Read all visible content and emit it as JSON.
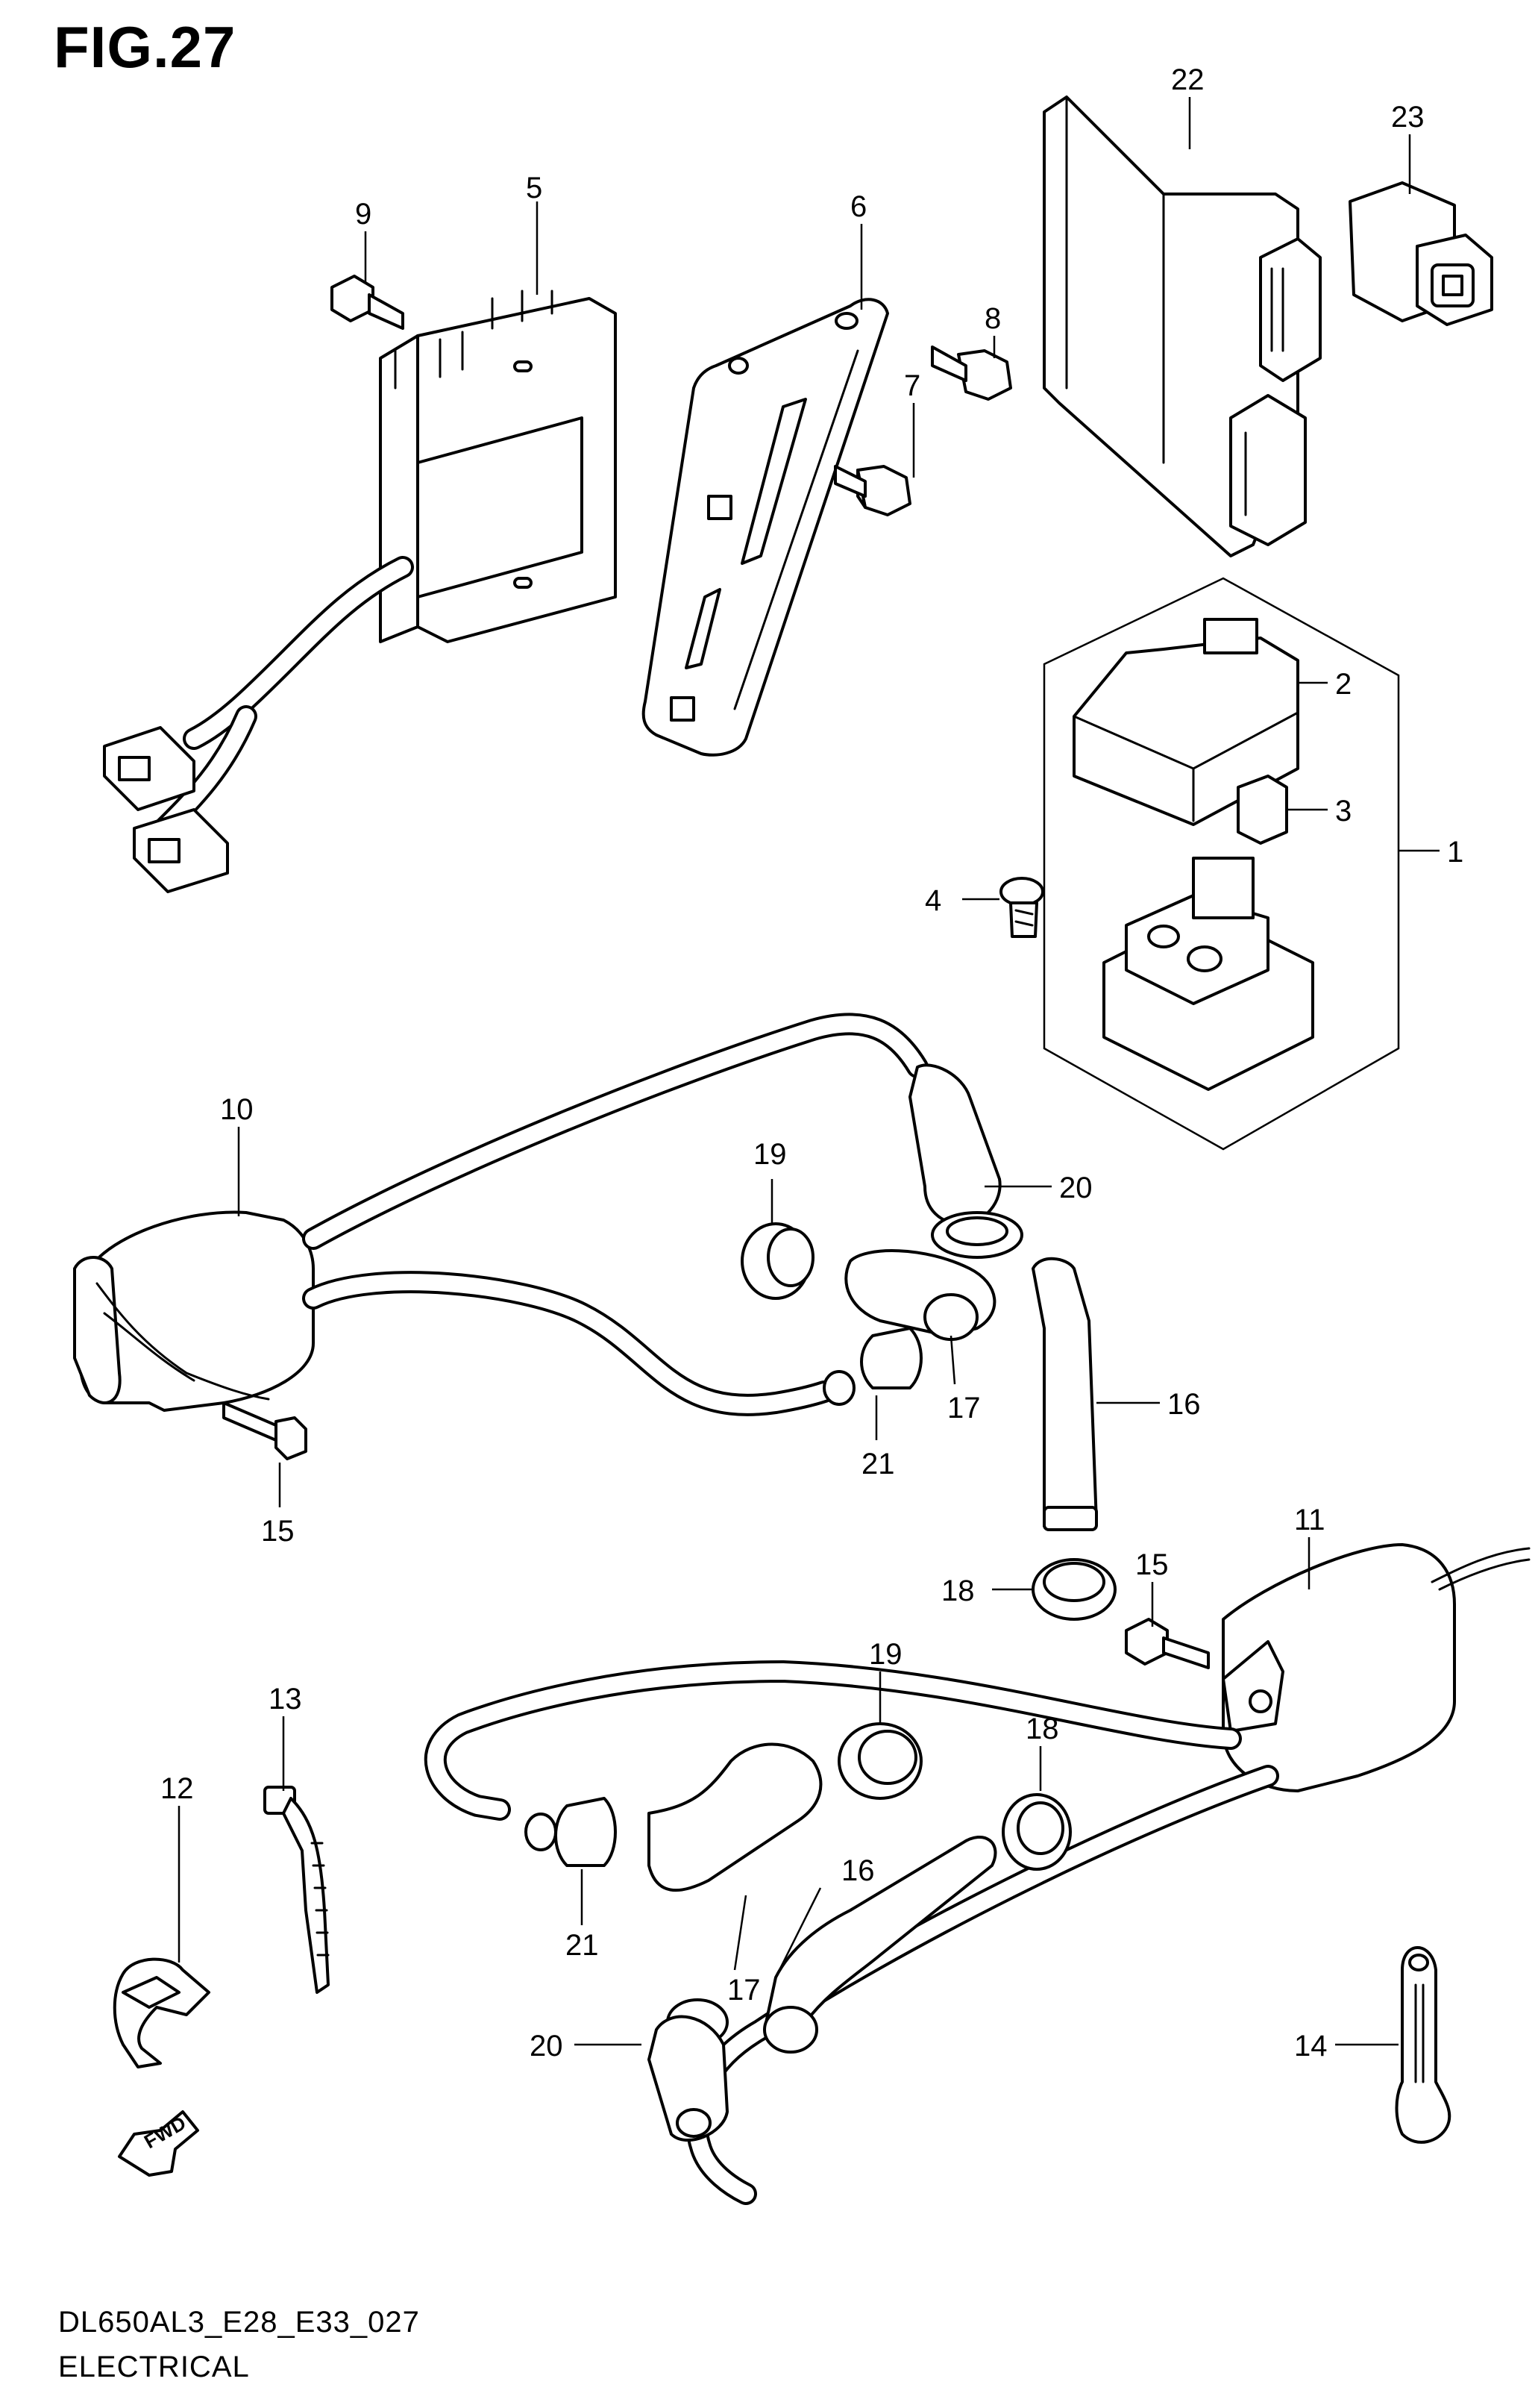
{
  "figure": {
    "title": "FIG.27",
    "code": "DL650AL3_E28_E33_027",
    "name": "ELECTRICAL",
    "fwd_label": "FWD"
  },
  "callouts": [
    {
      "id": "c1",
      "label": "1"
    },
    {
      "id": "c2",
      "label": "2"
    },
    {
      "id": "c3",
      "label": "3"
    },
    {
      "id": "c4",
      "label": "4"
    },
    {
      "id": "c5",
      "label": "5"
    },
    {
      "id": "c6",
      "label": "6"
    },
    {
      "id": "c7",
      "label": "7"
    },
    {
      "id": "c8",
      "label": "8"
    },
    {
      "id": "c9",
      "label": "9"
    },
    {
      "id": "c10",
      "label": "10"
    },
    {
      "id": "c11",
      "label": "11"
    },
    {
      "id": "c12",
      "label": "12"
    },
    {
      "id": "c13",
      "label": "13"
    },
    {
      "id": "c14",
      "label": "14"
    },
    {
      "id": "c15a",
      "label": "15"
    },
    {
      "id": "c15b",
      "label": "15"
    },
    {
      "id": "c16a",
      "label": "16"
    },
    {
      "id": "c16b",
      "label": "16"
    },
    {
      "id": "c17a",
      "label": "17"
    },
    {
      "id": "c17b",
      "label": "17"
    },
    {
      "id": "c18a",
      "label": "18"
    },
    {
      "id": "c18b",
      "label": "18"
    },
    {
      "id": "c19a",
      "label": "19"
    },
    {
      "id": "c19b",
      "label": "19"
    },
    {
      "id": "c20a",
      "label": "20"
    },
    {
      "id": "c20b",
      "label": "20"
    },
    {
      "id": "c21a",
      "label": "21"
    },
    {
      "id": "c21b",
      "label": "21"
    },
    {
      "id": "c22",
      "label": "22"
    },
    {
      "id": "c23",
      "label": "23"
    }
  ]
}
